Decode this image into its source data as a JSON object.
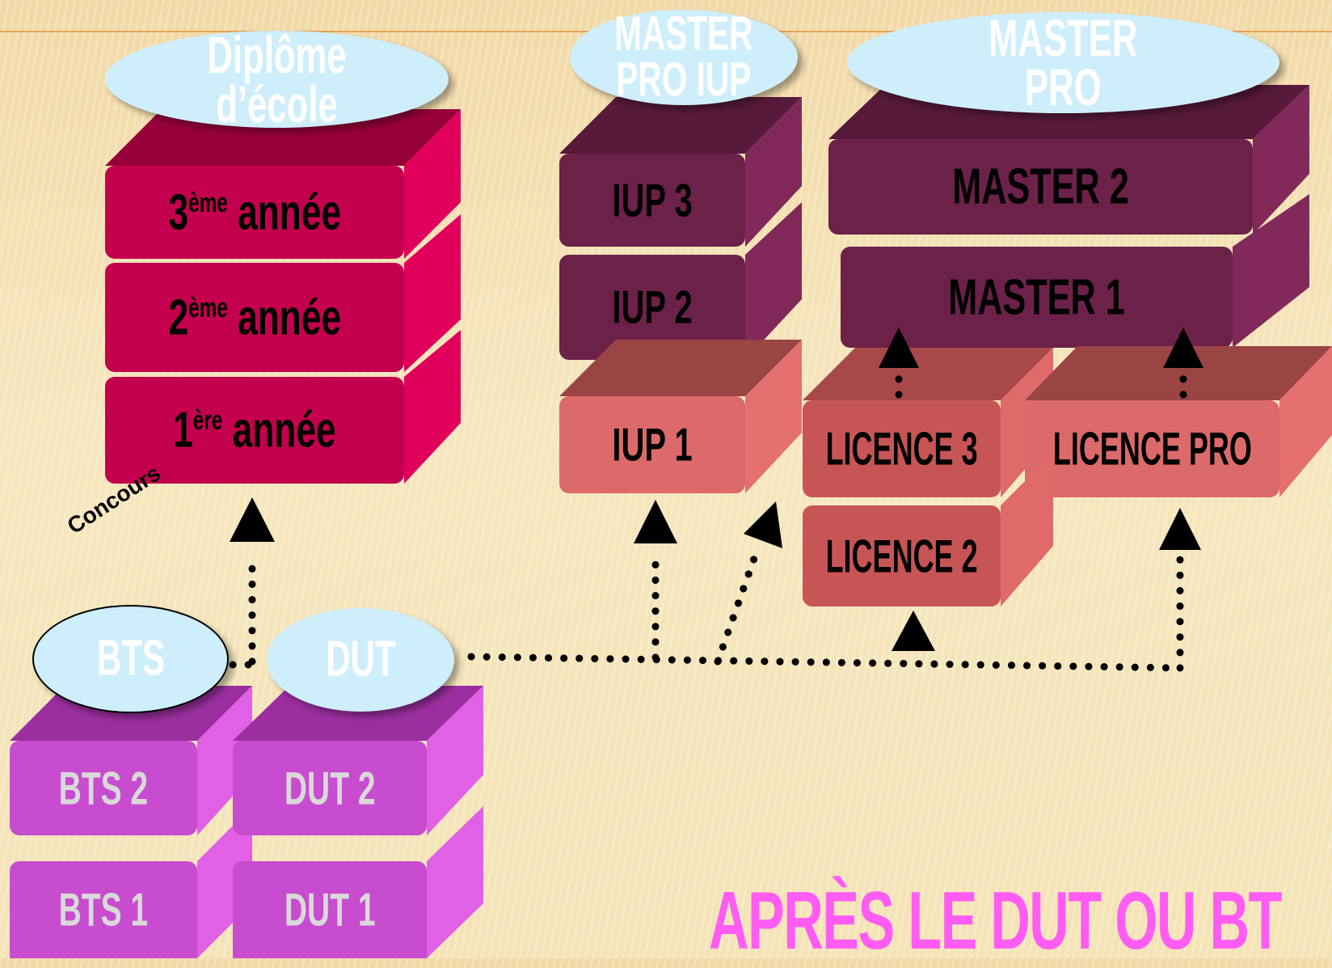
{
  "diplome_ecole": {
    "label": "Diplôme d’école",
    "years": [
      {
        "num": "3",
        "sup": "ème",
        "rest": " année"
      },
      {
        "num": "2",
        "sup": "ème",
        "rest": " année"
      },
      {
        "num": "1",
        "sup": "ère",
        "rest": " année"
      }
    ]
  },
  "iup": {
    "label_line1": "MASTER",
    "label_line2": "PRO IUP",
    "levels": [
      "IUP 3",
      "IUP 2",
      "IUP 1"
    ]
  },
  "master_pro": {
    "label_line1": "MASTER",
    "label_line2": "PRO",
    "levels": [
      "MASTER 2",
      "MASTER 1"
    ]
  },
  "licence": {
    "levels": [
      "LICENCE 3",
      "LICENCE PRO",
      "LICENCE 2"
    ]
  },
  "bts": {
    "label": "BTS",
    "levels": [
      "BTS 2",
      "BTS 1"
    ]
  },
  "dut": {
    "label": "DUT",
    "levels": [
      "DUT 2",
      "DUT 1"
    ]
  },
  "concours_label": "Concours",
  "footer_title": "APRÈS LE DUT OU BT",
  "colors": {
    "ecole": "#c8004f",
    "iup_dark": "#6c2149",
    "licence_salmon": "#dd6a6a",
    "bts_dut": "#d04fd6",
    "ellipse": "#cfeefc",
    "footer": "#ff5cf4"
  }
}
